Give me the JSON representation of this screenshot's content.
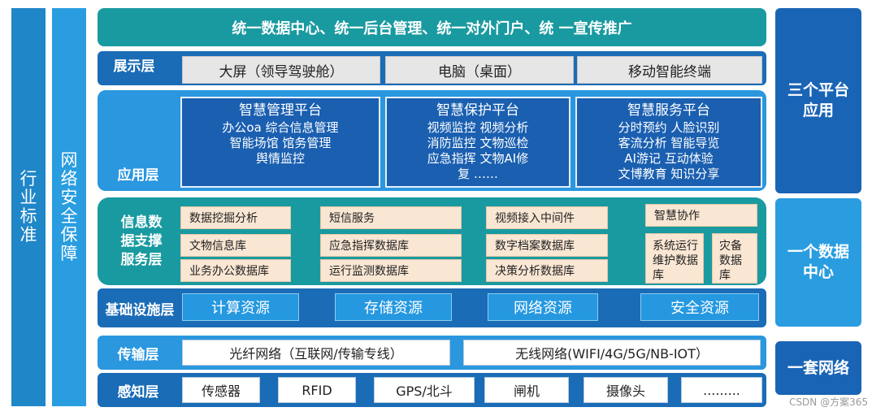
{
  "left_columns": {
    "industry_standard": "行业标准",
    "network_security": "网络安全保障"
  },
  "top_banner": "统一数据中心、统一后台管理、统一对外门户、统 一宣传推广",
  "display_layer": {
    "label": "展示层",
    "items": [
      "大屏（领导驾驶舱）",
      "电脑（桌面）",
      "移动智能终端"
    ]
  },
  "application_layer": {
    "label": "应用层",
    "platforms": [
      {
        "title": "智慧管理平台",
        "lines": [
          "办公oa  综合信息管理",
          "智能场馆     馆务管理",
          "舆情监控"
        ]
      },
      {
        "title": "智慧保护平台",
        "lines": [
          "视频监控  视频分析",
          "消防监控  文物巡检",
          "应急指挥  文物AI修",
          "复          ……"
        ]
      },
      {
        "title": "智慧服务平台",
        "lines": [
          "分时预约  人脸识别",
          "客流分析  智能导览",
          "AI游记     互动体验",
          "文博教育  知识分享"
        ]
      }
    ]
  },
  "info_layer": {
    "label": "信息数据支撑服务层",
    "col1": [
      "数据挖掘分析",
      "文物信息库",
      "业务办公数据库"
    ],
    "col2": [
      "短信服务",
      "应急指挥数据库",
      "运行监测数据库"
    ],
    "col3": [
      "视频接入中间件",
      "数字档案数据库",
      "决策分析数据库"
    ],
    "col4_top": "智慧协作",
    "col4_a": "系统运行维护数据库",
    "col4_b": "灾备数据库"
  },
  "infra_layer": {
    "label": "基础设施层",
    "items": [
      "计算资源",
      "存储资源",
      "网络资源",
      "安全资源"
    ]
  },
  "transport_layer": {
    "label": "传输层",
    "items": [
      "光纤网络（互联网/传输专线）",
      "无线网络(WIFI/4G/5G/NB-IOT）"
    ]
  },
  "perception_layer": {
    "label": "感知层",
    "items": [
      "传感器",
      "RFID",
      "GPS/北斗",
      "闸机",
      "摄像头",
      "........."
    ]
  },
  "right_side": {
    "top": "三个平台应用",
    "middle": "一个数据中心",
    "bottom": "一套网络"
  },
  "watermark": "CSDN @方案365",
  "colors": {
    "teal_banner": "#199aa0",
    "dark_blue": "#1a6cb6",
    "light_blue": "#2a97df",
    "peach": "#f9e6d3"
  }
}
